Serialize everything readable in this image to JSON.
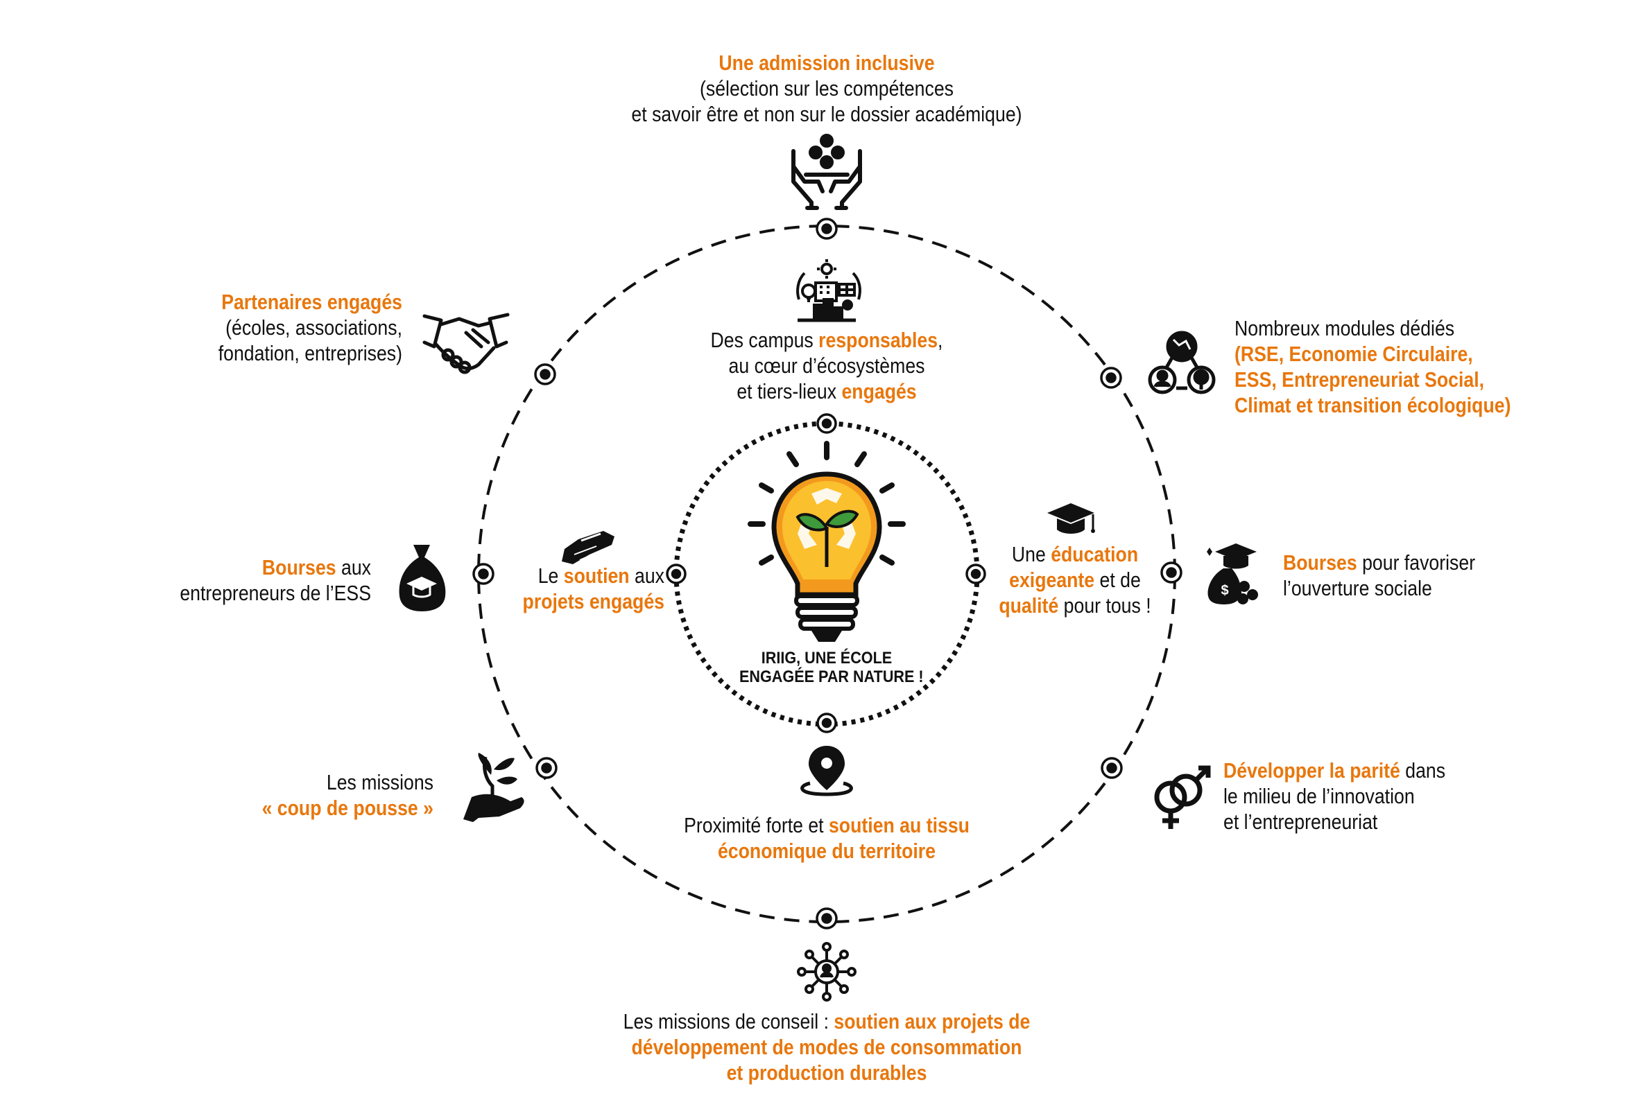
{
  "center": {
    "caption_line1": "IRIIG, UNE ÉCOLE",
    "caption_line2": "ENGAGÉE PAR NATURE !"
  },
  "outer": {
    "top": {
      "icon": "hands-holding-people-icon",
      "title": "Une admission inclusive",
      "line2": "(sélection sur les compétences",
      "line3": "et savoir être et non sur le dossier académique)"
    },
    "top_left": {
      "icon": "handshake-icon",
      "title": "Partenaires engagés",
      "line2": "(écoles, associations,",
      "line3": "fondation, entreprises)"
    },
    "top_right": {
      "icon": "global-network-people-icon",
      "line1": "Nombreux modules dédiés",
      "line2": "(RSE, Economie Circulaire,",
      "line3": "ESS, Entrepreneuriat Social,",
      "line4": "Climat et transition écologique)"
    },
    "left": {
      "icon": "money-bag-graduation-icon",
      "highlight": "Bourses",
      "rest": " aux",
      "line2": "entrepreneurs de l’ESS"
    },
    "right": {
      "icon": "graduation-money-icon",
      "highlight": "Bourses",
      "rest": " pour favoriser",
      "line2": "l’ouverture sociale"
    },
    "bottom_left": {
      "icon": "plant-in-hand-icon",
      "line1": "Les missions",
      "line2": "« coup de pousse »"
    },
    "bottom_right": {
      "icon": "gender-symbols-icon",
      "highlight": "Développer la parité",
      "rest": " dans",
      "line2": "le milieu de l’innovation",
      "line3": "et l’entrepreneuriat"
    },
    "bottom": {
      "icon": "network-hub-person-icon",
      "lead": "Les missions de conseil : ",
      "highlight1": "soutien aux projets de",
      "line2": "développement de modes de consommation",
      "line3": "et production durables"
    }
  },
  "inner": {
    "top": {
      "icon": "sustainable-campus-icon",
      "lead": "Des campus ",
      "highlight": "responsables",
      "rest": ",",
      "line2": "au cœur d’écosystèmes",
      "line3_lead": "et tiers-lieux ",
      "line3_highlight": "engagés"
    },
    "left": {
      "icon": "handshake-small-icon",
      "lead": "Le ",
      "highlight": "soutien",
      "rest": " aux",
      "line2": "projets engagés"
    },
    "right": {
      "icon": "graduation-cap-icon",
      "lead": "Une ",
      "highlight": "éducation",
      "line2_highlight": "exigeante",
      "line2_rest": " et de",
      "line3_highlight": "qualité",
      "line3_rest": " pour tous !"
    },
    "bottom": {
      "icon": "location-pin-icon",
      "lead": "Proximité forte et ",
      "highlight": "soutien au tissu",
      "line2": "économique du territoire"
    }
  },
  "colors": {
    "accent": "#e8770d",
    "text": "#111111",
    "bulb_orange": "#f39a1e",
    "bulb_yellow": "#fbc02d",
    "leaf_green": "#3e9a3a"
  }
}
